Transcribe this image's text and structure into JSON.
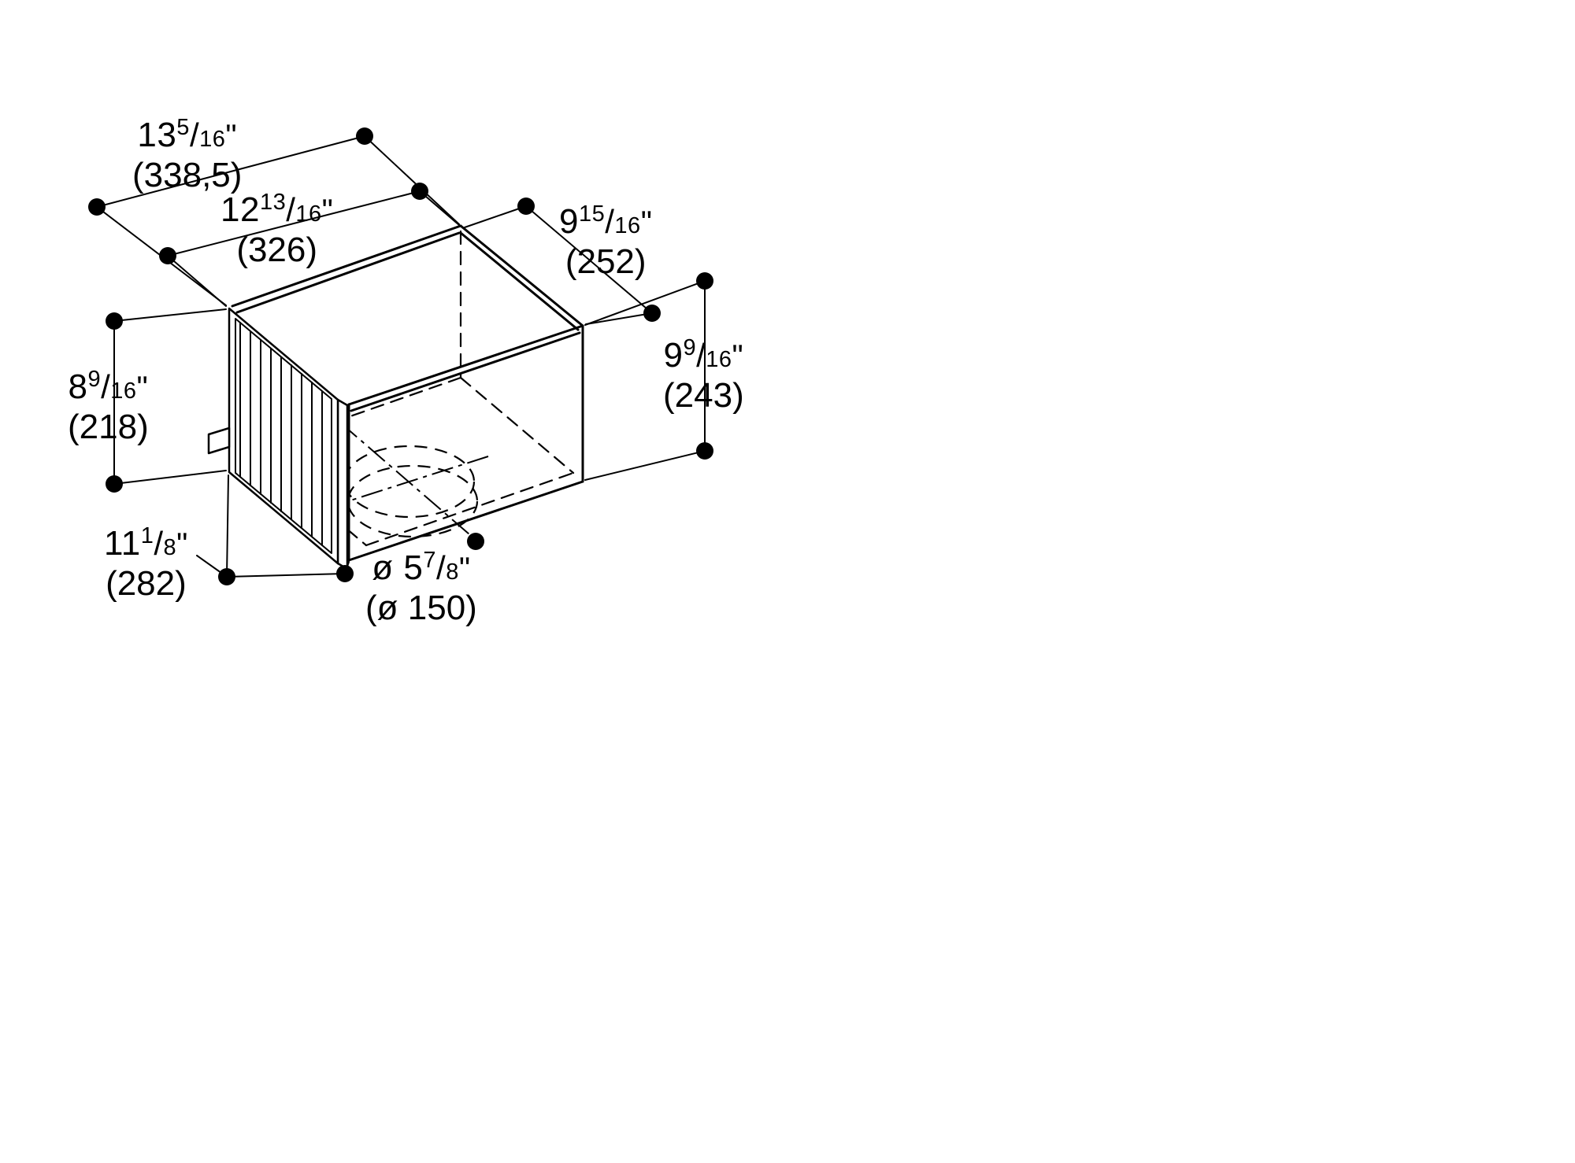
{
  "ui": {
    "fraction_slash": "/",
    "line_color": "#000000",
    "background_color": "#ffffff"
  },
  "dims": {
    "overall_depth": {
      "whole": "13",
      "num": "5",
      "den": "16",
      "unit": "\"",
      "metric": "(338,5)"
    },
    "inner_depth": {
      "whole": "12",
      "num": "13",
      "den": "16",
      "unit": "\"",
      "metric": "(326)"
    },
    "top_width": {
      "whole": "9",
      "num": "15",
      "den": "16",
      "unit": "\"",
      "metric": "(252)"
    },
    "right_height": {
      "whole": "9",
      "num": "9",
      "den": "16",
      "unit": "\"",
      "metric": "(243)"
    },
    "left_height": {
      "whole": "8",
      "num": "9",
      "den": "16",
      "unit": "\"",
      "metric": "(218)"
    },
    "bottom_depth": {
      "whole": "11",
      "num": "1",
      "den": "8",
      "unit": "\"",
      "metric": "(282)"
    },
    "duct_diameter": {
      "prefix": "ø ",
      "whole": "5",
      "num": "7",
      "den": "8",
      "unit": "\"",
      "metric": "(ø 150)"
    }
  }
}
